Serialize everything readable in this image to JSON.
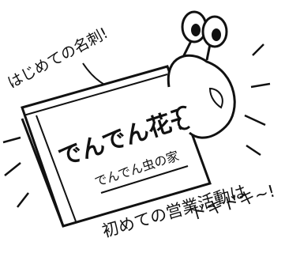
{
  "illustration": {
    "caption_top": "はじめての名刺!",
    "card_name": "でんでん花子",
    "card_affiliation": "でんでん虫の家",
    "caption_bottom_line1": "初めての営業活動は",
    "caption_bottom_line2": "ドキドキ~!",
    "ink_color": "#111111",
    "paper_color": "#ffffff"
  }
}
